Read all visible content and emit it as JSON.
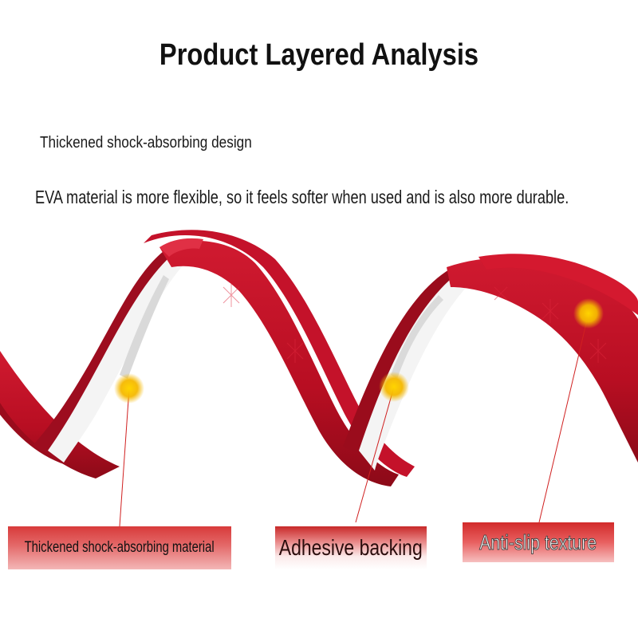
{
  "title": "Product Layered Analysis",
  "subtitle": "Thickened shock-absorbing design",
  "description": "EVA material is more flexible, so it feels softer when used and is also more durable.",
  "labels": {
    "left": "Thickened shock-absorbing material",
    "middle": "Adhesive backing",
    "right": "Anti-slip texture"
  },
  "colors": {
    "tape_red": "#c8102e",
    "tape_dark": "#8e0a1c",
    "backing": "#f2f2f2",
    "marker": "#f5b800"
  },
  "icons": [
    "marker-dot-icon"
  ]
}
